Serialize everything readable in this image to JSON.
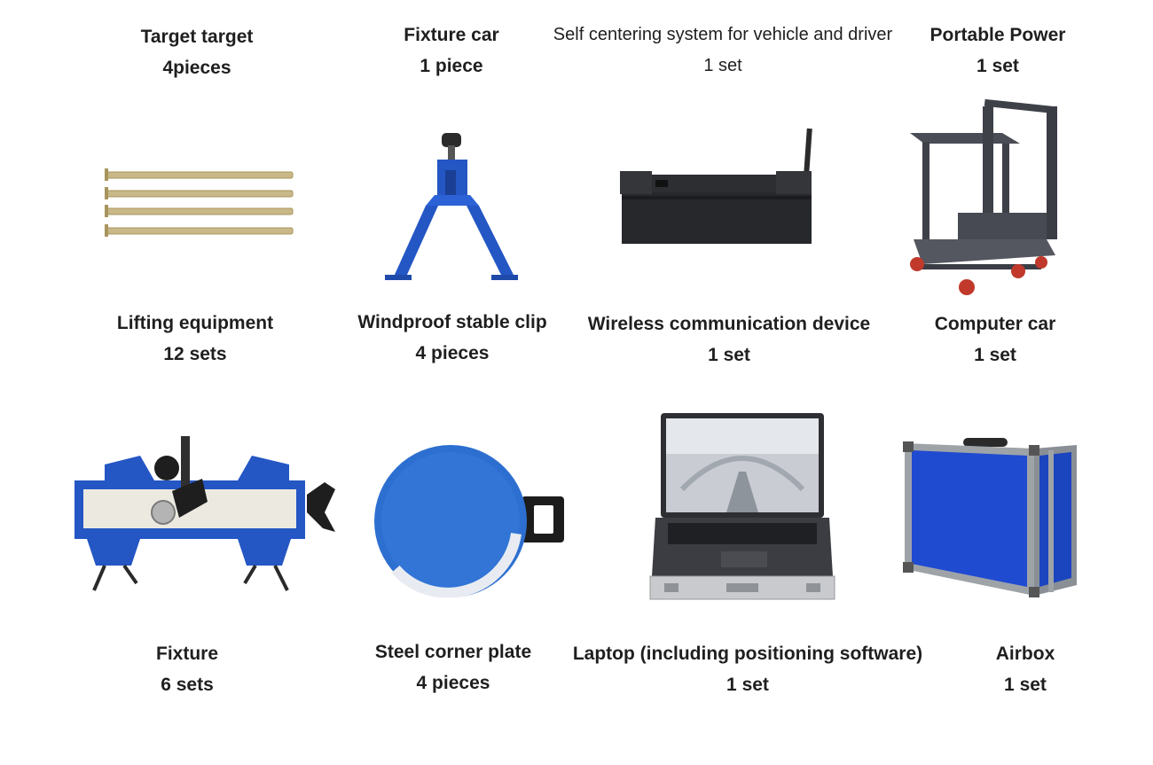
{
  "items": [
    {
      "name": "Target target",
      "qty": "4pieces"
    },
    {
      "name": "Fixture car",
      "qty": "1 piece"
    },
    {
      "name": "Self centering system for vehicle and driver",
      "qty": "1 set"
    },
    {
      "name": "Portable Power",
      "qty": "1 set"
    },
    {
      "name": "Lifting equipment",
      "qty": "12 sets"
    },
    {
      "name": "Windproof stable clip",
      "qty": "4 pieces"
    },
    {
      "name": "Wireless communication device",
      "qty": "1 set"
    },
    {
      "name": "Computer car",
      "qty": "1 set"
    },
    {
      "name": "Fixture",
      "qty": "6 sets"
    },
    {
      "name": "Steel corner plate",
      "qty": "4 pieces"
    },
    {
      "name": "Laptop (including positioning software)",
      "qty": "1 set"
    },
    {
      "name": "Airbox",
      "qty": "1 set"
    }
  ],
  "colors": {
    "blue": "#2456c4",
    "dark": "#2e2e33",
    "gold": "#c9b888"
  }
}
